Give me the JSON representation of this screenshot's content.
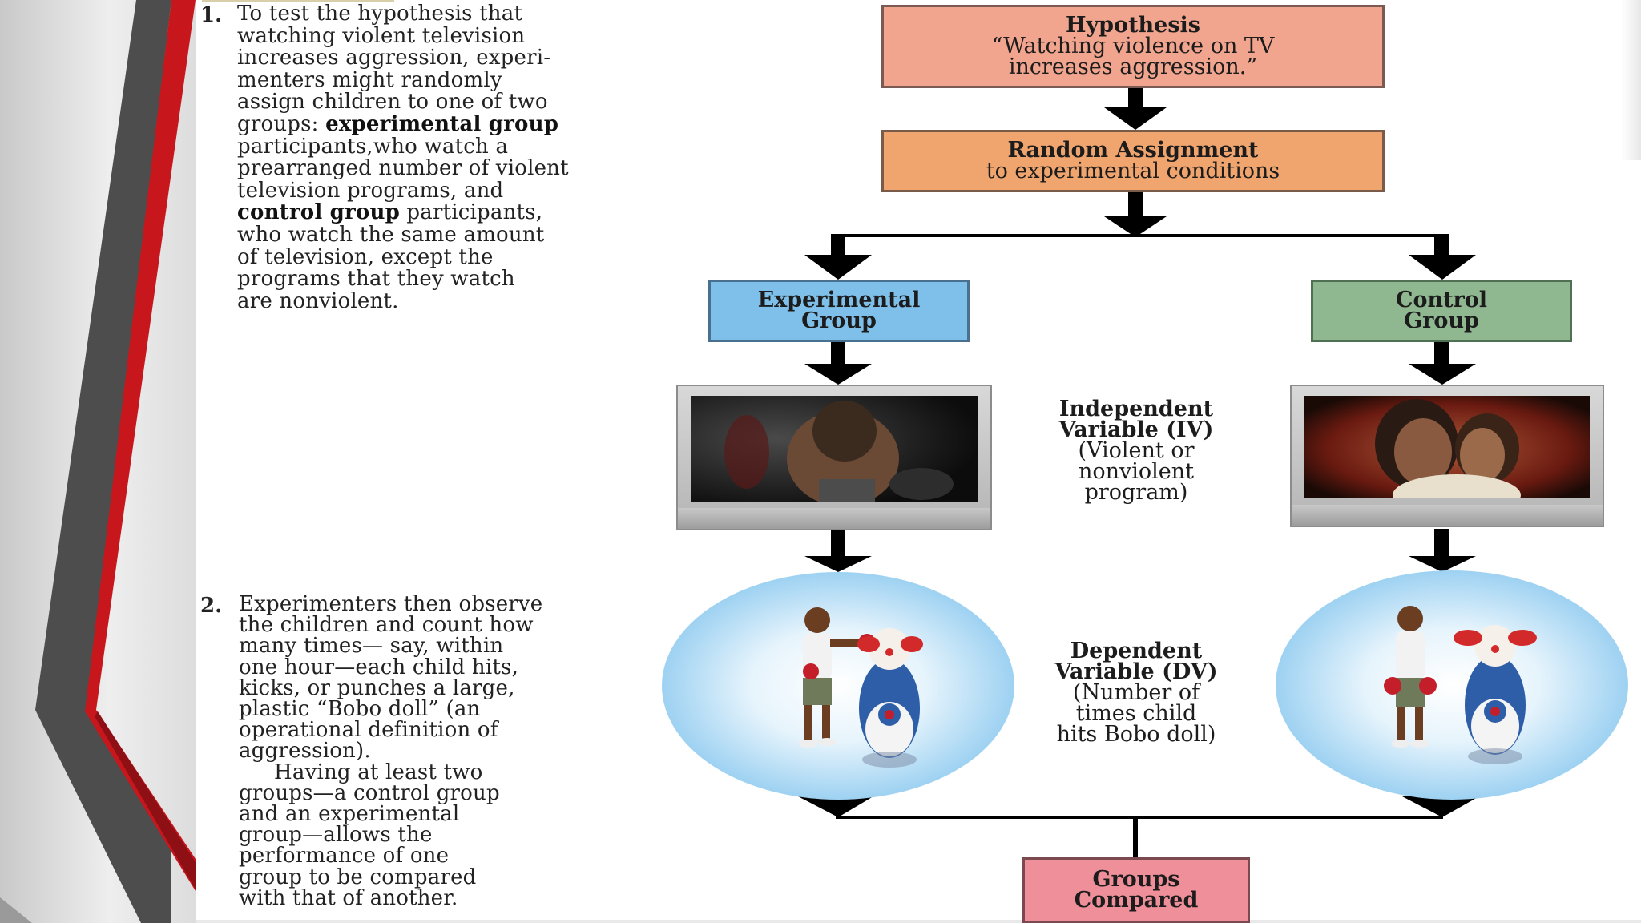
{
  "paragraph1": {
    "number": "1.",
    "lines": [
      [
        "To test the hypothesis that"
      ],
      [
        "watching violent television"
      ],
      [
        "increases aggression, experi-"
      ],
      [
        "menters might randomly"
      ],
      [
        "assign children to  one of two"
      ],
      [
        "groups: ",
        {
          "b": "experimental group"
        }
      ],
      [
        "participants,who watch a"
      ],
      [
        "prearranged number of violent"
      ],
      [
        "television programs, and"
      ],
      [
        {
          "b": "control group"
        },
        " participants,"
      ],
      [
        "who watch the same amount"
      ],
      [
        "of television, except the"
      ],
      [
        "programs that they watch"
      ],
      [
        "are nonviolent."
      ]
    ]
  },
  "paragraph2": {
    "number": "2.",
    "lines": [
      [
        "Experimenters then observe"
      ],
      [
        "the children and count how"
      ],
      [
        "many times— say, within"
      ],
      [
        "one hour—each child hits,"
      ],
      [
        "kicks, or punches a large,"
      ],
      [
        "plastic “Bobo doll” (an"
      ],
      [
        "operational definition of"
      ],
      [
        "aggression)."
      ]
    ],
    "lines_b": [
      [
        "Having at least two"
      ],
      [
        "groups—a control group"
      ],
      [
        "and an experimental"
      ],
      [
        "group—allows the"
      ],
      [
        "performance of one"
      ],
      [
        "group to be compared"
      ],
      [
        "with that of another."
      ]
    ]
  },
  "diagram": {
    "hypothesis": {
      "title": "Hypothesis",
      "line1": "“Watching violence on TV",
      "line2": "increases aggression.”"
    },
    "random_assignment": {
      "title": "Random Assignment",
      "subtitle": "to experimental conditions"
    },
    "experimental_group": {
      "line1": "Experimental",
      "line2": "Group"
    },
    "control_group": {
      "line1": "Control",
      "line2": "Group"
    },
    "independent_variable": {
      "title1": "Independent",
      "title2": "Variable (IV)",
      "sub1": "(Violent or",
      "sub2": "nonviolent",
      "sub3": "program)"
    },
    "dependent_variable": {
      "title1": "Dependent",
      "title2": "Variable (DV)",
      "sub1": "(Number of",
      "sub2": "times child",
      "sub3": "hits Bobo doll)"
    },
    "groups_compared": {
      "line1": "Groups",
      "line2": "Compared"
    }
  },
  "colors": {
    "hypothesis_box": "#f2a58e",
    "random_box": "#f0a56e",
    "experimental_box": "#7fc0ea",
    "control_box": "#8fb891",
    "groups_box": "#ef8f9a",
    "band_red": "#c8161d",
    "band_gray": "#505050"
  }
}
